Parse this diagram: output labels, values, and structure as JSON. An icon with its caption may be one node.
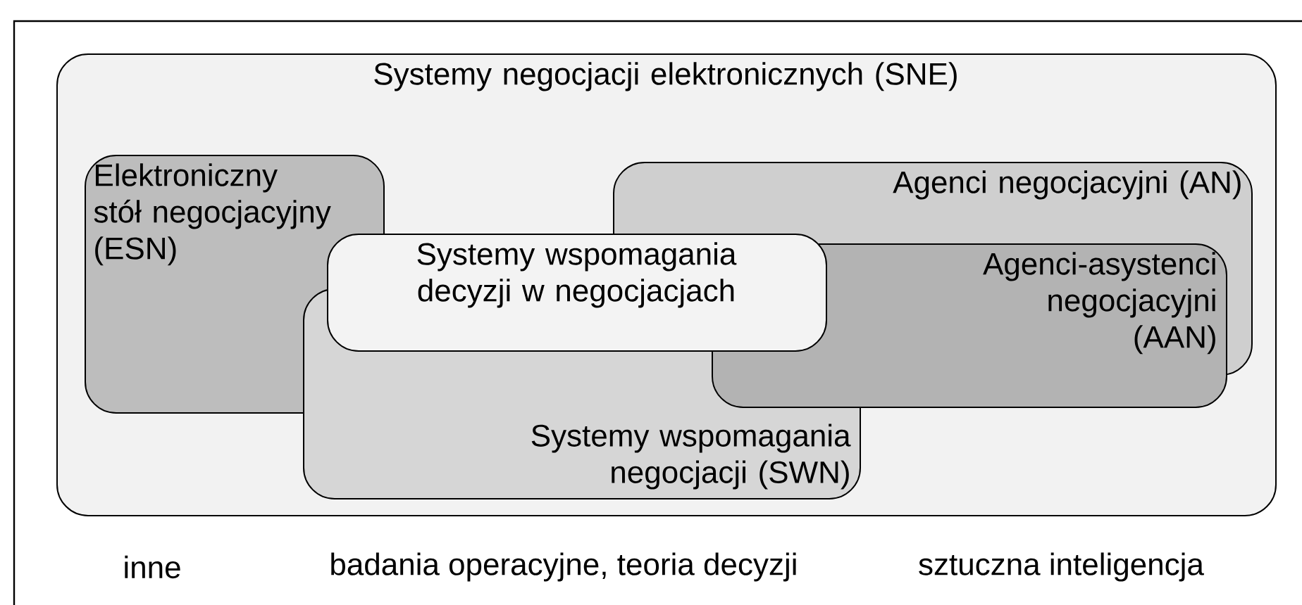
{
  "diagram": {
    "nodes": [
      {
        "text": [
          "Systemy negocjacji elektronicznych (SNE)"
        ]
      },
      {
        "text": [
          "Elektroniczny stół negocjacyjny (ESN)"
        ],
        "in": 0
      },
      {
        "text": [
          "Agenci negocjacyjni (AN)"
        ],
        "in": 0
      },
      {
        "text": [
          "Systemy wspomagania negocjacji (SWN)"
        ],
        "in": 0
      },
      {
        "text": [
          "Agenci-asystenci negocjacyjni (AAN)"
        ],
        "in": 0
      },
      {
        "text": [
          "Systemy wspomagania decyzji w negocjacjach"
        ],
        "in": 0
      }
    ],
    "labels": [
      "inne",
      "badania operacyjne, teoria decyzji",
      "sztuczna inteligencja"
    ]
  }
}
